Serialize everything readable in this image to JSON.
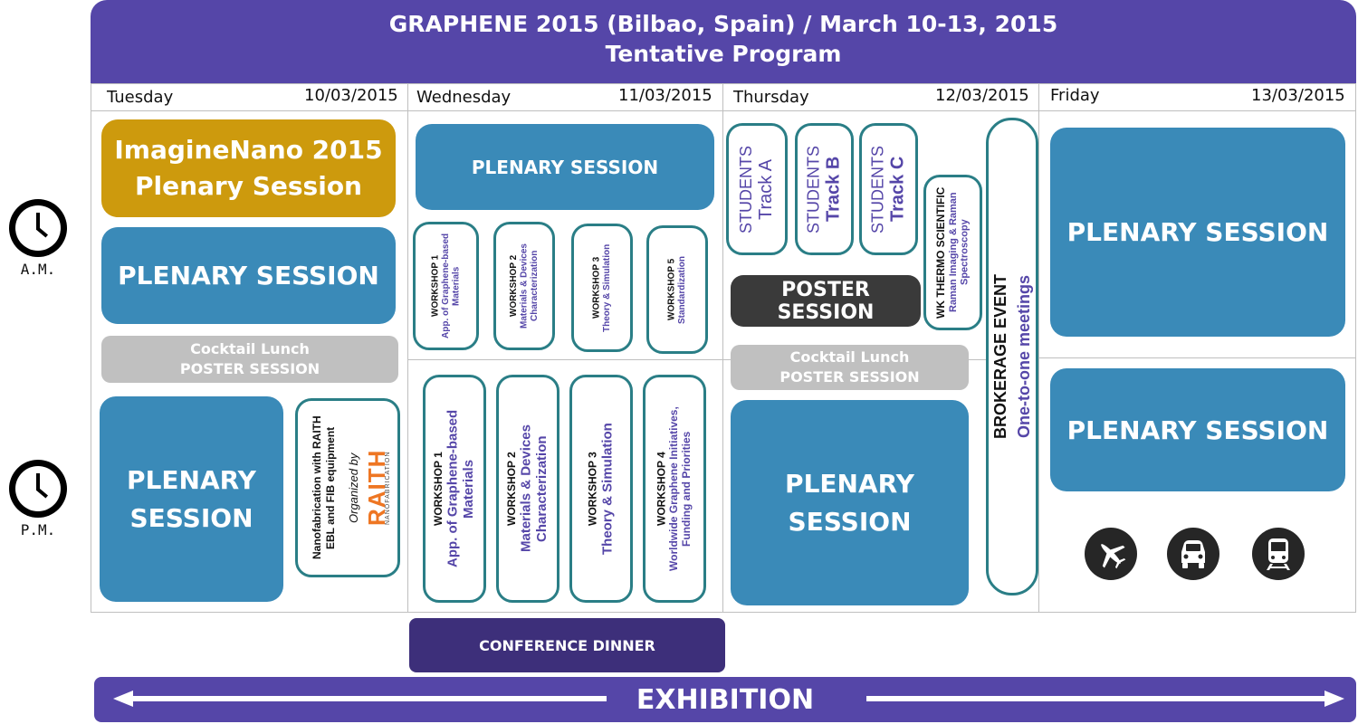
{
  "header": {
    "title": "GRAPHENE 2015 (Bilbao, Spain) / March 10-13, 2015",
    "subtitle": "Tentative Program"
  },
  "clock_labels": {
    "am": "A.M.",
    "pm": "P.M."
  },
  "days": [
    {
      "name": "Tuesday",
      "date": "10/03/2015"
    },
    {
      "name": "Wednesday",
      "date": "11/03/2015"
    },
    {
      "name": "Thursday",
      "date": "12/03/2015"
    },
    {
      "name": "Friday",
      "date": "13/03/2015"
    }
  ],
  "tuesday": {
    "imaginenano_line1": "ImagineNano 2015",
    "imaginenano_line2": "Plenary Session",
    "am_plenary": "PLENARY SESSION",
    "cocktail_line1": "Cocktail Lunch",
    "cocktail_line2": "POSTER SESSION",
    "pm_plenary_line1": "PLENARY",
    "pm_plenary_line2": "SESSION",
    "raith": {
      "line1": "Nanofabrication with RAITH",
      "line2": "EBL and FIB equipment",
      "organized_by": "Organized by",
      "logo": "RAITH",
      "logo_sub": "NANOFABRICATION"
    }
  },
  "wednesday": {
    "am_plenary": "PLENARY SESSION",
    "am_workshops": [
      {
        "title": "WORKSHOP 1",
        "line1": "App. of Graphene-based",
        "line2": "Materials"
      },
      {
        "title": "WORKSHOP 2",
        "line1": "Materials & Devices",
        "line2": "Characterization"
      },
      {
        "title": "WORKSHOP 3",
        "line1": "Theory & Simulation",
        "line2": ""
      },
      {
        "title": "WORKSHOP 5",
        "line1": "Standardization",
        "line2": ""
      }
    ],
    "pm_workshops": [
      {
        "title": "WORKSHOP 1",
        "line1": "App. of Graphene-based",
        "line2": "Materials"
      },
      {
        "title": "WORKSHOP 2",
        "line1": "Materials & Devices",
        "line2": "Characterization"
      },
      {
        "title": "WORKSHOP 3",
        "line1": "Theory & Simulation",
        "line2": ""
      },
      {
        "title": "WORKSHOP 4",
        "line1": "Worldwide Graphene Initiatives,",
        "line2": "Funding and Priorities"
      }
    ],
    "dinner": "CONFERENCE DINNER"
  },
  "thursday": {
    "students": [
      {
        "label": "STUDENTS",
        "track": "Track A"
      },
      {
        "label": "STUDENTS",
        "track": "Track B"
      },
      {
        "label": "STUDENTS",
        "track": "Track C"
      }
    ],
    "wk": {
      "title": "WK THERMO SCIENTIFIC",
      "line1": "Raman Imaging & Raman",
      "line2": "Spectroscopy"
    },
    "poster": "POSTER SESSION",
    "cocktail_line1": "Cocktail Lunch",
    "cocktail_line2": "POSTER SESSION",
    "pm_plenary_line1": "PLENARY",
    "pm_plenary_line2": "SESSION",
    "brokerage_title": "BROKERAGE EVENT",
    "brokerage_sub": "One-to-one meetings"
  },
  "friday": {
    "am_plenary": "PLENARY SESSION",
    "pm_plenary": "PLENARY SESSION",
    "transport_icons": [
      "airplane-icon",
      "car-icon",
      "train-icon"
    ]
  },
  "exhibition": "EXHIBITION",
  "colors": {
    "header_purple": "#5546a8",
    "session_blue": "#3a8ab8",
    "imaginenano_gold": "#cd9a0d",
    "workshop_teal": "#2a7e86",
    "dinner_purple": "#3d2f7a",
    "raith_orange": "#ee7623"
  }
}
